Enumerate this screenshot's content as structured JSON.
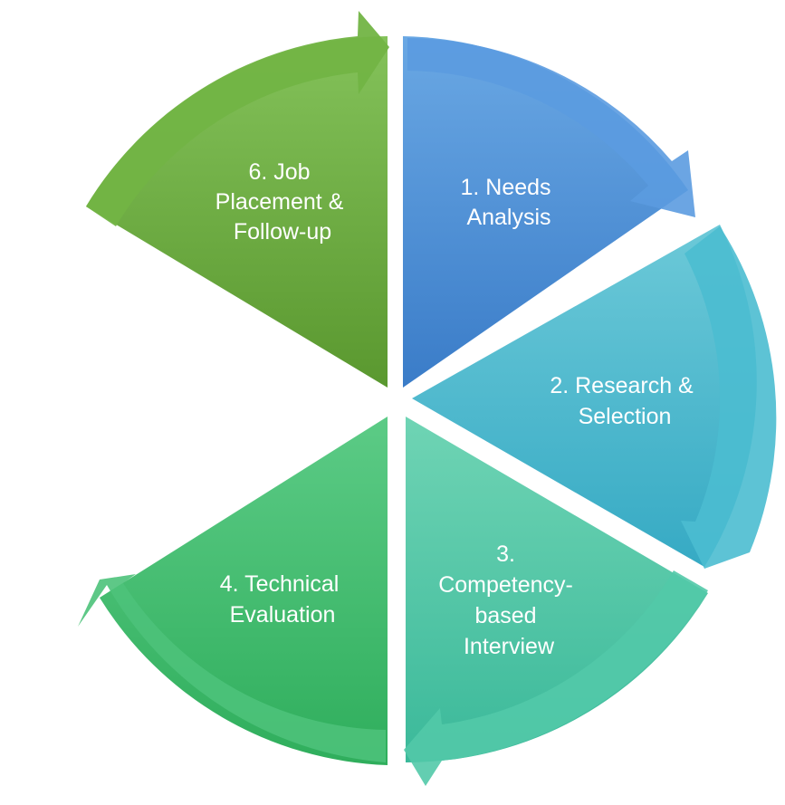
{
  "diagram": {
    "segments": [
      {
        "id": "s1",
        "lines": [
          "1. Needs",
          "Analysis"
        ],
        "color": "#4a8fd6"
      },
      {
        "id": "s2",
        "lines": [
          "2.  Research &",
          "Selection"
        ],
        "color": "#3fb6cc"
      },
      {
        "id": "s3",
        "lines": [
          "3.",
          "Competency-",
          "based",
          "Interview"
        ],
        "color": "#43c3a0"
      },
      {
        "id": "s4",
        "lines": [
          "4. Technical",
          "Evaluation"
        ],
        "color": "#3dbb6c"
      },
      {
        "id": "s6",
        "lines": [
          "6. Job",
          "Placement &",
          "Follow-up"
        ],
        "color": "#69a83c"
      }
    ]
  }
}
